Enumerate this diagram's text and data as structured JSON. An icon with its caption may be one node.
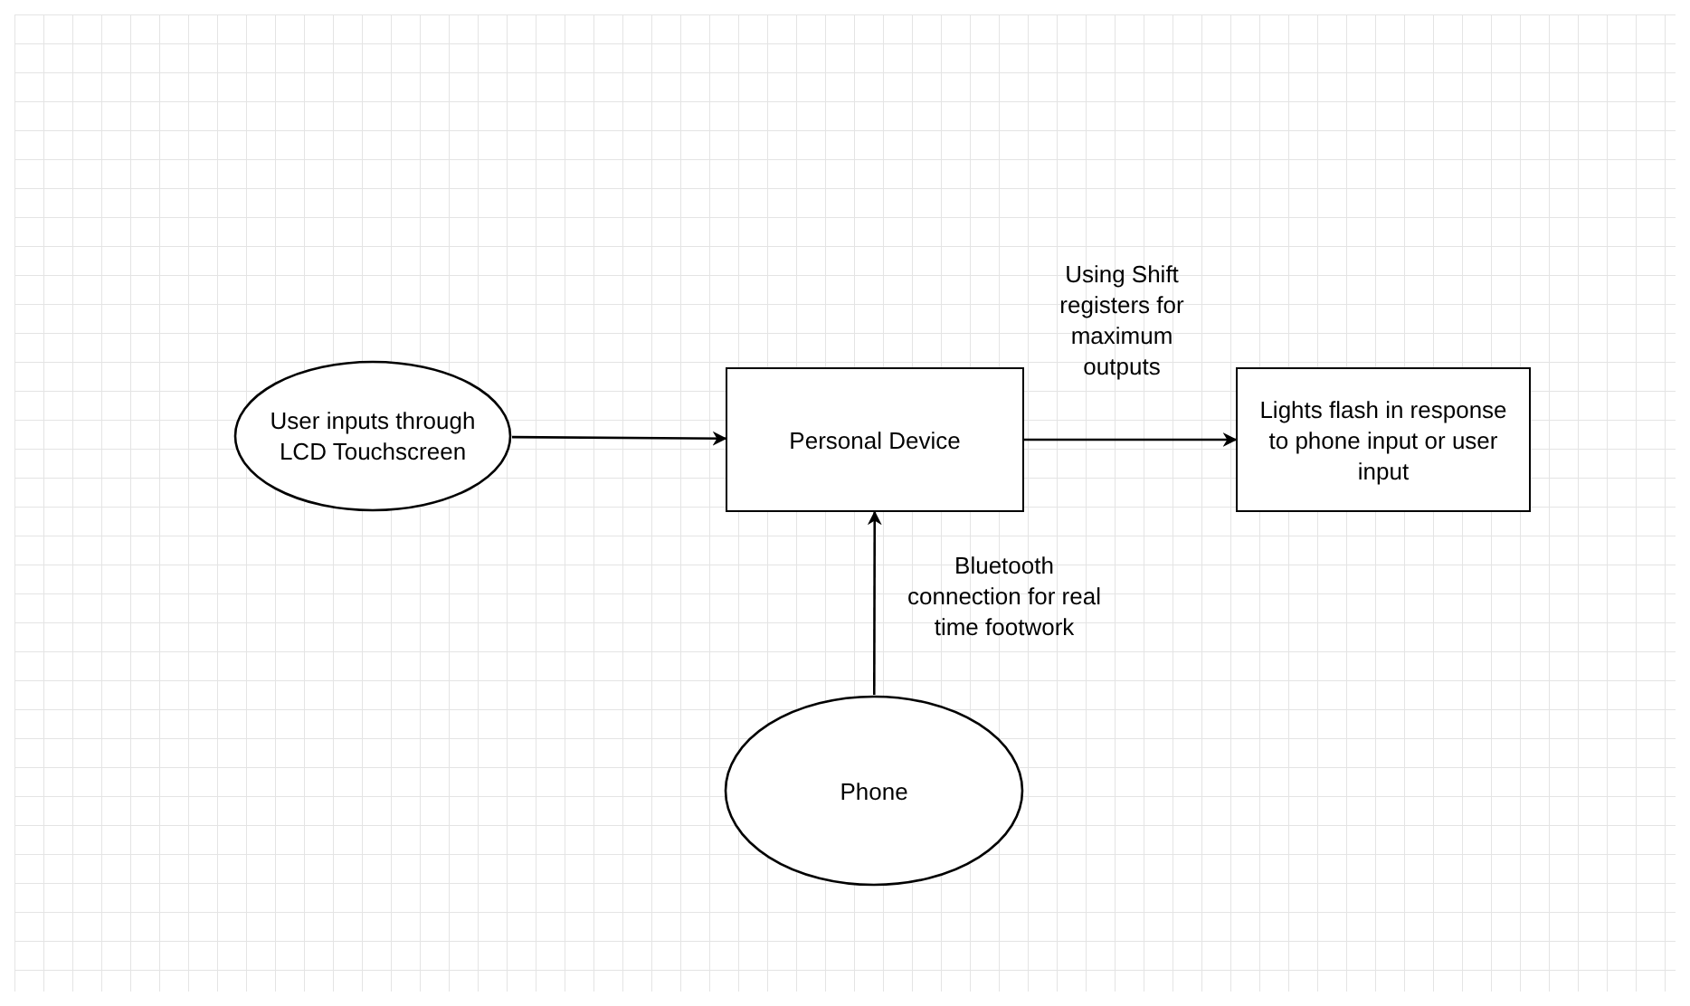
{
  "diagram": {
    "nodes": [
      {
        "text": [
          "User inputs through LCD Touchscreen"
        ]
      },
      {
        "text": [
          "Personal Device"
        ]
      },
      {
        "text": [
          "Lights flash in response to phone input or user input"
        ]
      },
      {
        "text": [
          "Phone"
        ]
      }
    ],
    "edges": [
      {
        "from": 0,
        "to": 1,
        "arrow": "to"
      },
      {
        "from": 1,
        "to": 2,
        "arrow": "to",
        "label": "Using Shift registers for maximum outputs"
      },
      {
        "from": 3,
        "to": 1,
        "arrow": "to",
        "label": "Bluetooth connection for real time footwork"
      }
    ]
  }
}
